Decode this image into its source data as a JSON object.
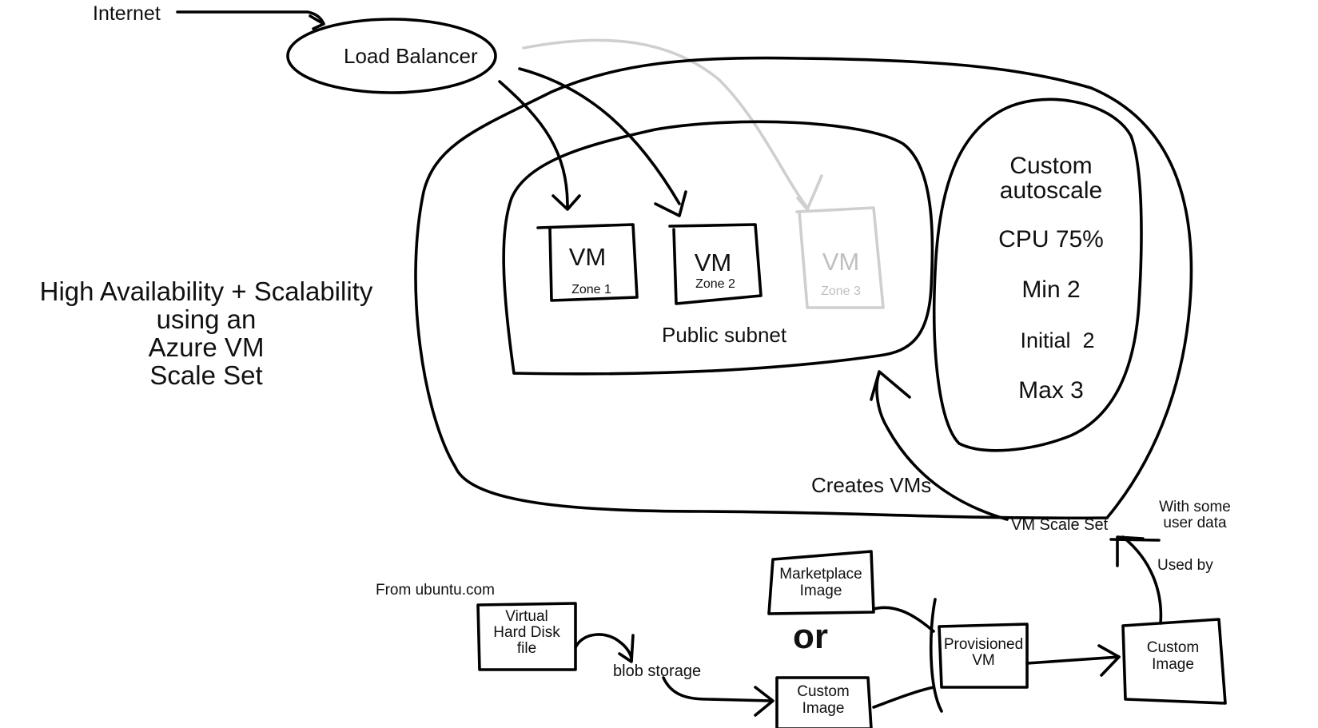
{
  "title_lines": [
    "High Availability + Scalability",
    "using an",
    "Azure VM",
    "Scale Set"
  ],
  "internet": "Internet",
  "load_balancer": "Load Balancer",
  "vms": [
    {
      "label": "VM",
      "zone": "Zone 1"
    },
    {
      "label": "VM",
      "zone": "Zone 2"
    },
    {
      "label": "VM",
      "zone": "Zone 3"
    }
  ],
  "public_subnet": "Public subnet",
  "autoscale": {
    "title_lines": [
      "Custom",
      "autoscale"
    ],
    "cpu": "CPU 75%",
    "min": "Min 2",
    "initial": "Initial  2",
    "max": "Max 3"
  },
  "creates_vms": "Creates VMs",
  "vm_scale_set": "VM Scale Set",
  "user_data_lines": [
    "With some",
    "user data"
  ],
  "used_by": "Used by",
  "from_ubuntu": "From ubuntu.com",
  "vhd_lines": [
    "Virtual",
    "Hard Disk",
    "file"
  ],
  "blob_storage": "blob storage",
  "marketplace_lines": [
    "Marketplace",
    "Image"
  ],
  "or_text": "or",
  "custom_image_lines": [
    "Custom",
    "Image"
  ],
  "provisioned_lines": [
    "Provisioned",
    "VM"
  ],
  "final_image_lines": [
    "Custom",
    "Image"
  ],
  "colors": {
    "ink": "#000000",
    "faded": "#bfbfbf",
    "background": "#ffffff"
  }
}
